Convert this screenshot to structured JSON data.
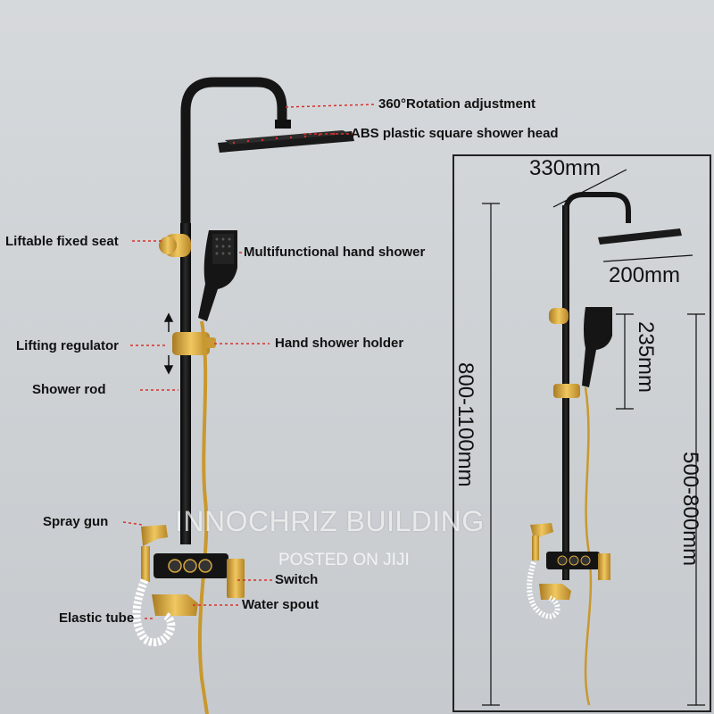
{
  "callouts": {
    "rotation": "360°Rotation adjustment",
    "shower_head": "ABS plastic square shower head",
    "fixed_seat": "Liftable fixed seat",
    "hand_shower": "Multifunctional hand shower",
    "lifting_regulator": "Lifting regulator",
    "holder": "Hand shower holder",
    "rod": "Shower rod",
    "spray_gun": "Spray gun",
    "switch": "Switch",
    "water_spout": "Water spout",
    "elastic_tube": "Elastic tube"
  },
  "dimensions": {
    "head_diagonal": "330mm",
    "head_side": "200mm",
    "hand_shower_height": "235mm",
    "rod_height": "800-1100mm",
    "holder_height": "500-800mm"
  },
  "watermark": {
    "brand": "INNOCHRIZ BUILDING",
    "posted": "POSTED ON JIJI"
  },
  "colors": {
    "background": "#d1d4d7",
    "black_finish": "#151515",
    "gold_finish": "#d4a63c",
    "callout_red": "#d9302a"
  }
}
